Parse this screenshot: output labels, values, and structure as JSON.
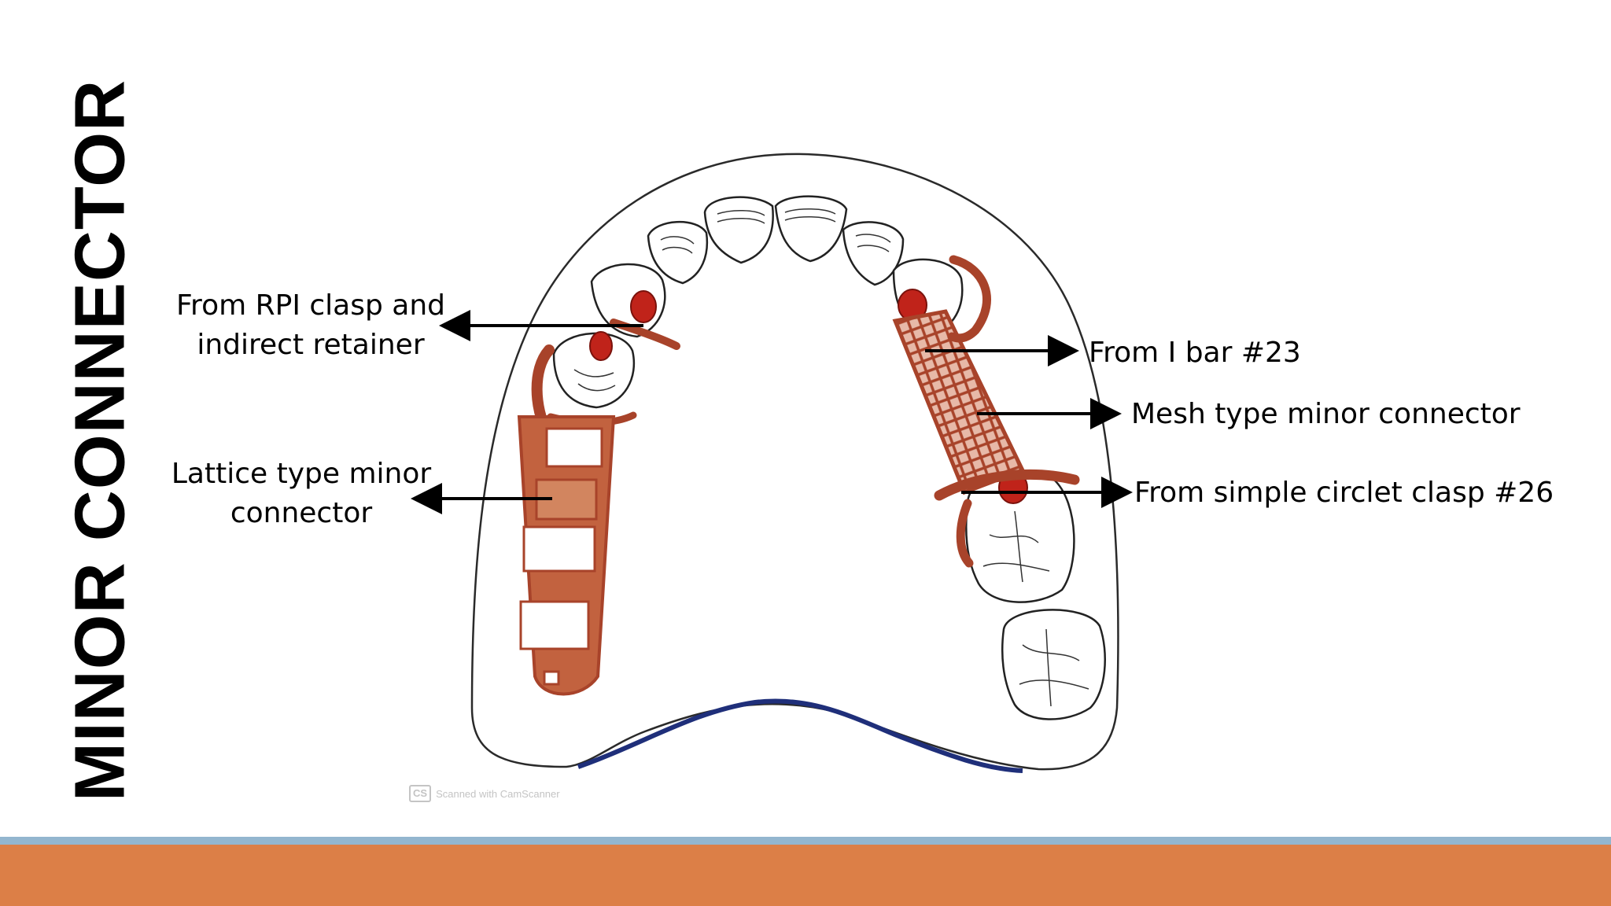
{
  "slide": {
    "title": "MINOR CONNECTOR"
  },
  "labels": {
    "rpi_line1": "From RPI clasp and",
    "rpi_line2": "indirect retainer",
    "lattice_line1": "Lattice type minor",
    "lattice_line2": "connector",
    "ibar": "From I bar #23",
    "mesh": "Mesh type minor connector",
    "circlet": "From simple circlet clasp #26"
  },
  "watermark": {
    "logo": "CS",
    "text": "Scanned with CamScanner"
  },
  "colors": {
    "connector_brown": "#a8432a",
    "rest_red": "#c0231a",
    "posterior_border_blue": "#1f2f7a",
    "band_blue": "#93b6cf",
    "band_orange": "#dc7f47"
  }
}
